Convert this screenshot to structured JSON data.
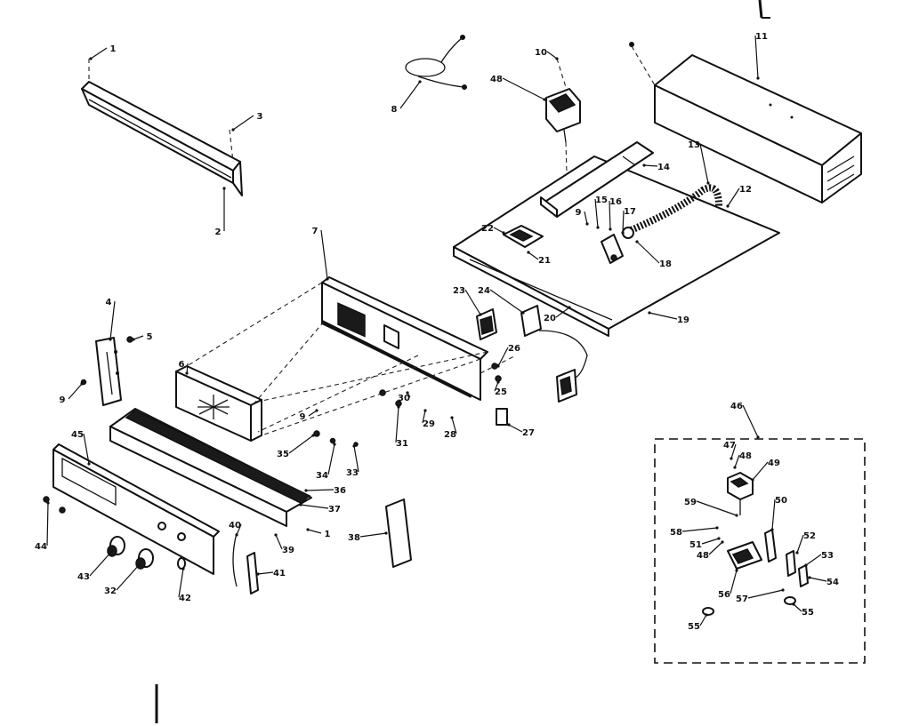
{
  "callouts": [
    {
      "id": "c1a",
      "label": "1"
    },
    {
      "id": "c2",
      "label": "2"
    },
    {
      "id": "c3",
      "label": "3"
    },
    {
      "id": "c4",
      "label": "4"
    },
    {
      "id": "c5",
      "label": "5"
    },
    {
      "id": "c6",
      "label": "6"
    },
    {
      "id": "c7",
      "label": "7"
    },
    {
      "id": "c8",
      "label": "8"
    },
    {
      "id": "c9a",
      "label": "9"
    },
    {
      "id": "c9b",
      "label": "9"
    },
    {
      "id": "c9c",
      "label": "9"
    },
    {
      "id": "c10",
      "label": "10"
    },
    {
      "id": "c11",
      "label": "11"
    },
    {
      "id": "c12",
      "label": "12"
    },
    {
      "id": "c13",
      "label": "13"
    },
    {
      "id": "c14",
      "label": "14"
    },
    {
      "id": "c15",
      "label": "15"
    },
    {
      "id": "c16",
      "label": "16"
    },
    {
      "id": "c17",
      "label": "17"
    },
    {
      "id": "c18",
      "label": "18"
    },
    {
      "id": "c19",
      "label": "19"
    },
    {
      "id": "c20",
      "label": "20"
    },
    {
      "id": "c21",
      "label": "21"
    },
    {
      "id": "c22",
      "label": "22"
    },
    {
      "id": "c23",
      "label": "23"
    },
    {
      "id": "c24",
      "label": "24"
    },
    {
      "id": "c25",
      "label": "25"
    },
    {
      "id": "c26",
      "label": "26"
    },
    {
      "id": "c27",
      "label": "27"
    },
    {
      "id": "c28",
      "label": "28"
    },
    {
      "id": "c29",
      "label": "29"
    },
    {
      "id": "c30",
      "label": "30"
    },
    {
      "id": "c31",
      "label": "31"
    },
    {
      "id": "c32",
      "label": "32"
    },
    {
      "id": "c33",
      "label": "33"
    },
    {
      "id": "c34",
      "label": "34"
    },
    {
      "id": "c35",
      "label": "35"
    },
    {
      "id": "c36",
      "label": "36"
    },
    {
      "id": "c37",
      "label": "37"
    },
    {
      "id": "c38",
      "label": "38"
    },
    {
      "id": "c39",
      "label": "39"
    },
    {
      "id": "c1b",
      "label": "1"
    },
    {
      "id": "c40",
      "label": "40"
    },
    {
      "id": "c41",
      "label": "41"
    },
    {
      "id": "c42",
      "label": "42"
    },
    {
      "id": "c43",
      "label": "43"
    },
    {
      "id": "c44",
      "label": "44"
    },
    {
      "id": "c45",
      "label": "45"
    },
    {
      "id": "c48a",
      "label": "48"
    },
    {
      "id": "c46",
      "label": "46"
    },
    {
      "id": "c47",
      "label": "47"
    },
    {
      "id": "c48b",
      "label": "48"
    },
    {
      "id": "c49",
      "label": "49"
    },
    {
      "id": "c50",
      "label": "50"
    },
    {
      "id": "c59",
      "label": "59"
    },
    {
      "id": "c58",
      "label": "58"
    },
    {
      "id": "c51",
      "label": "51"
    },
    {
      "id": "c48c",
      "label": "48"
    },
    {
      "id": "c52",
      "label": "52"
    },
    {
      "id": "c53",
      "label": "53"
    },
    {
      "id": "c54",
      "label": "54"
    },
    {
      "id": "c56",
      "label": "56"
    },
    {
      "id": "c57",
      "label": "57"
    },
    {
      "id": "c55a",
      "label": "55"
    },
    {
      "id": "c55b",
      "label": "55"
    }
  ]
}
